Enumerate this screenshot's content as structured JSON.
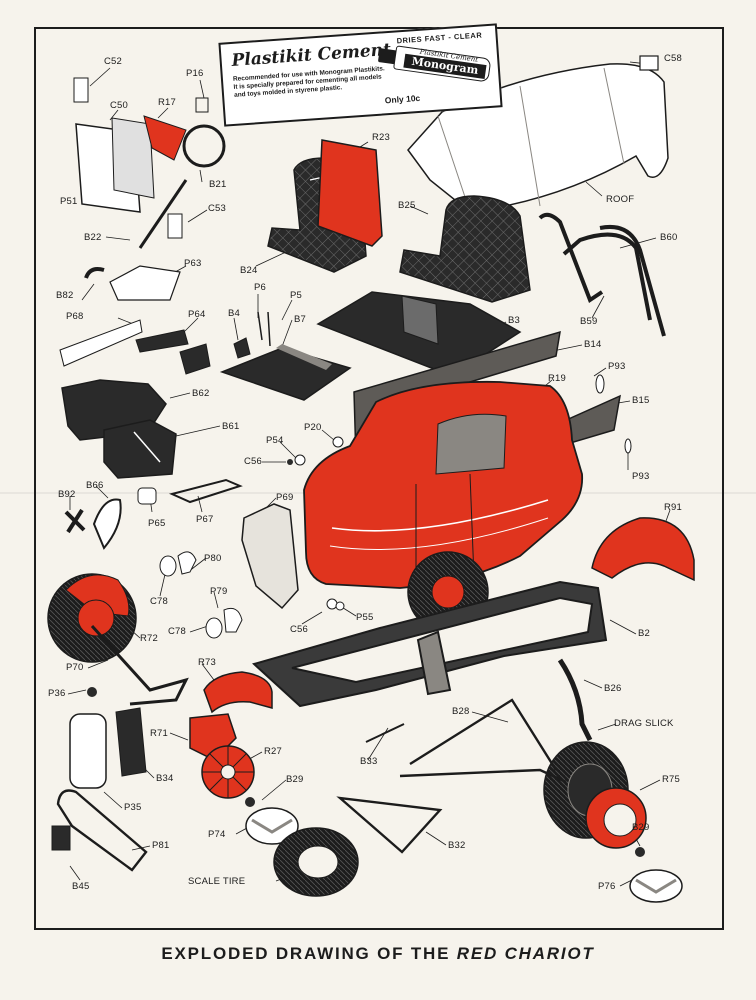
{
  "colors": {
    "red": "#e0341e",
    "ink": "#1c1c1c",
    "paper": "#f6f3ec",
    "grey": "#8a8782",
    "white": "#ffffff"
  },
  "ad": {
    "brand": "Plastikit Cement",
    "tagline": "DRIES FAST - CLEAR",
    "body": "Recommended for use with Monogram Plastikits. It is specially prepared for cementing all models and toys molded in styrene plastic.",
    "price": "Only 10c",
    "tube_script": "Plastikit Cement",
    "tube_brand": "Monogram"
  },
  "footer": {
    "prefix": "EXPLODED DRAWING OF THE",
    "model": "RED CHARIOT"
  },
  "labels": {
    "C52": "C52",
    "C50": "C50",
    "R17": "R17",
    "P16": "P16",
    "C58": "C58",
    "R23": "R23",
    "ROOF": "ROOF",
    "B21": "B21",
    "P51": "P51",
    "C53": "C53",
    "B25": "B25",
    "B60": "B60",
    "B22": "B22",
    "B24": "B24",
    "P63": "P63",
    "P6": "P6",
    "P5": "P5",
    "B82": "B82",
    "B59": "B59",
    "P68": "P68",
    "P64": "P64",
    "B4": "B4",
    "B7": "B7",
    "B3": "B3",
    "B14": "B14",
    "P93a": "P93",
    "B62": "B62",
    "R19": "R19",
    "B15": "B15",
    "B61": "B61",
    "P20": "P20",
    "P54": "P54",
    "C56a": "C56",
    "P93b": "P93",
    "B92": "B92",
    "B66": "B66",
    "P69": "P69",
    "P65": "P65",
    "P67": "P67",
    "R91": "R91",
    "P80": "P80",
    "C78a": "C78",
    "P79": "P79",
    "C78b": "C78",
    "C56b": "C56",
    "P55": "P55",
    "R72": "R72",
    "B2": "B2",
    "P70": "P70",
    "R73": "R73",
    "B26": "B26",
    "P36": "P36",
    "DRAG_SLICK": "DRAG SLICK",
    "B28": "B28",
    "R71": "R71",
    "R27": "R27",
    "B33": "B33",
    "B34": "B34",
    "R75": "R75",
    "P35": "P35",
    "B29a": "B29",
    "P74": "P74",
    "B29b": "B29",
    "P81": "P81",
    "B32": "B32",
    "SCALE_TIRE": "SCALE TIRE",
    "B45": "B45",
    "P76": "P76"
  }
}
